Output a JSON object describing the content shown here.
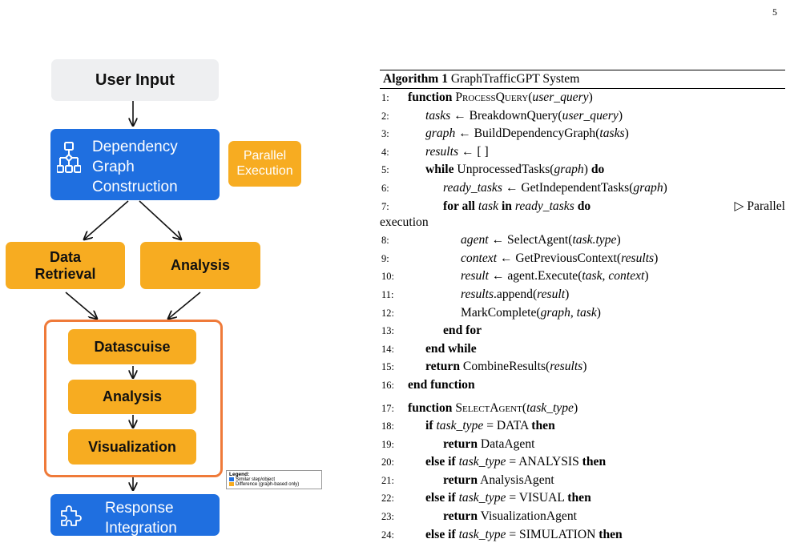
{
  "page_number": "5",
  "figure": {
    "user_input": "User Input",
    "dependency": [
      "Dependency",
      "Graph",
      "Construction"
    ],
    "parallel": [
      "Parallel",
      "Execution"
    ],
    "data_retrieval": [
      "Data",
      "Retrieval"
    ],
    "analysis_top": "Analysis",
    "datascuise": "Datascuise",
    "analysis_inner": "Analysis",
    "visualization": "Visualization",
    "response": [
      "Response",
      "Integration"
    ],
    "legend": {
      "title": "Legend:",
      "items": [
        {
          "label": "Similar step/object",
          "color": "#1f6fe0"
        },
        {
          "label": "Difference (graph-based only)",
          "color": "#f7ac21"
        }
      ]
    },
    "colors": {
      "blue": "#1f6fe0",
      "orange": "#f7ac21",
      "gray": "#eeeff1",
      "group_border": "#ef7a39"
    }
  },
  "algorithm": {
    "label": "Algorithm 1",
    "title": "GraphTrafficGPT System",
    "comment_cont": "execution",
    "lines": [
      {
        "n": "1:",
        "indent": 0,
        "html": "<b>function</b> <span class='sc'>ProcessQuery</span>(<i>user_query</i>)"
      },
      {
        "n": "2:",
        "indent": 1,
        "html": "<i>tasks</i> ← BreakdownQuery(<i>user_query</i>)"
      },
      {
        "n": "3:",
        "indent": 1,
        "html": "<i>graph</i> ← BuildDependencyGraph(<i>tasks</i>)"
      },
      {
        "n": "4:",
        "indent": 1,
        "html": "<i>results</i> ← [ ]"
      },
      {
        "n": "5:",
        "indent": 1,
        "html": "<b>while</b> UnprocessedTasks(<i>graph</i>) <b>do</b>"
      },
      {
        "n": "6:",
        "indent": 2,
        "html": "<i>ready_tasks</i> ← GetIndependentTasks(<i>graph</i>)"
      },
      {
        "n": "7:",
        "indent": 2,
        "html": "<b>for all</b> <i>task</i> <b>in</b> <i>ready_tasks</i> <b>do</b>",
        "comment": "▷ Parallel"
      },
      {
        "n": "8:",
        "indent": 3,
        "html": "<i>agent</i> ← SelectAgent(<i>task.type</i>)"
      },
      {
        "n": "9:",
        "indent": 3,
        "html": "<i>context</i> ← GetPreviousContext(<i>results</i>)"
      },
      {
        "n": "10:",
        "indent": 3,
        "html": "<i>result</i> ← agent.Execute(<i>task</i>, <i>context</i>)"
      },
      {
        "n": "11:",
        "indent": 3,
        "html": "<i>results</i>.append(<i>result</i>)"
      },
      {
        "n": "12:",
        "indent": 3,
        "html": "MarkComplete(<i>graph</i>, <i>task</i>)"
      },
      {
        "n": "13:",
        "indent": 2,
        "html": "<b>end for</b>"
      },
      {
        "n": "14:",
        "indent": 1,
        "html": "<b>end while</b>"
      },
      {
        "n": "15:",
        "indent": 1,
        "html": "<b>return</b> CombineResults(<i>results</i>)"
      },
      {
        "n": "16:",
        "indent": 0,
        "html": "<b>end function</b>"
      },
      {
        "n": "17:",
        "indent": 0,
        "html": "<b>function</b> <span class='sc'>SelectAgent</span>(<i>task_type</i>)",
        "gap": true
      },
      {
        "n": "18:",
        "indent": 1,
        "html": "<b>if</b> <i>task_type</i> = DATA <b>then</b>"
      },
      {
        "n": "19:",
        "indent": 2,
        "html": "<b>return</b> DataAgent"
      },
      {
        "n": "20:",
        "indent": 1,
        "html": "<b>else if</b> <i>task_type</i> = ANALYSIS <b>then</b>"
      },
      {
        "n": "21:",
        "indent": 2,
        "html": "<b>return</b> AnalysisAgent"
      },
      {
        "n": "22:",
        "indent": 1,
        "html": "<b>else if</b> <i>task_type</i> = VISUAL <b>then</b>"
      },
      {
        "n": "23:",
        "indent": 2,
        "html": "<b>return</b> VisualizationAgent"
      },
      {
        "n": "24:",
        "indent": 1,
        "html": "<b>else if</b> <i>task_type</i> = SIMULATION <b>then</b>"
      }
    ]
  }
}
